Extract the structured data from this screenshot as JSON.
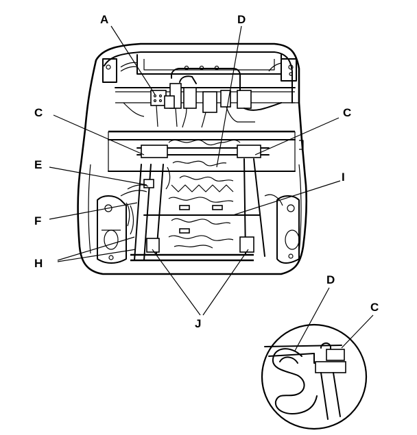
{
  "callouts": {
    "a": "A",
    "c_left": "C",
    "c_right": "C",
    "d": "D",
    "e": "E",
    "f": "F",
    "h": "H",
    "i": "I",
    "j": "J",
    "inset_d": "D",
    "inset_c": "C"
  }
}
